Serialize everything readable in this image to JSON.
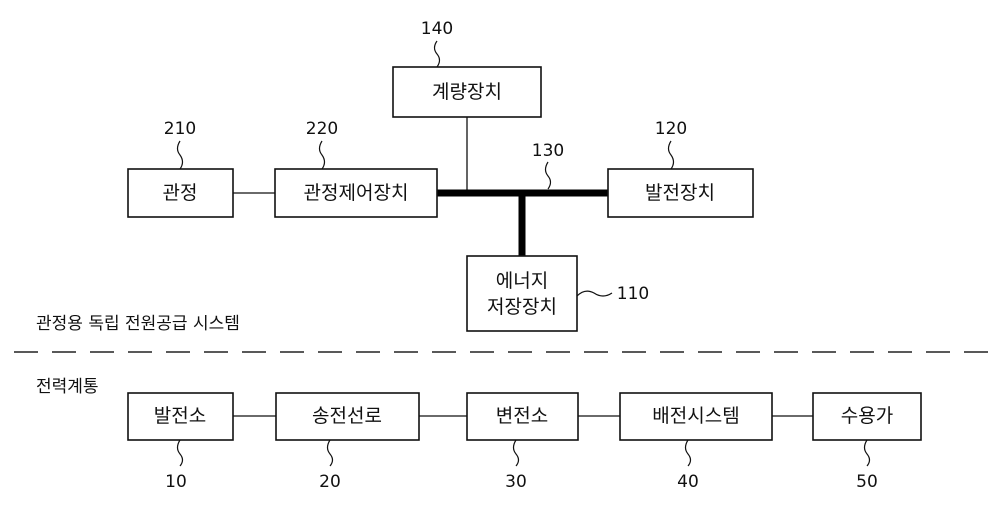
{
  "boxes": {
    "b140": "계량장치",
    "b210": "관정",
    "b220": "관정제어장치",
    "b120": "발전장치",
    "b110_line1": "에너지",
    "b110_line2": "저장장치",
    "b10": "발전소",
    "b20": "송전선로",
    "b30": "변전소",
    "b40": "배전시스템",
    "b50": "수용가"
  },
  "refs": {
    "r140": "140",
    "r210": "210",
    "r220": "220",
    "r130": "130",
    "r120": "120",
    "r110": "110",
    "r10": "10",
    "r20": "20",
    "r30": "30",
    "r40": "40",
    "r50": "50"
  },
  "sections": {
    "standalone": "관정용 독립 전원공급 시스템",
    "grid": "전력계통"
  }
}
